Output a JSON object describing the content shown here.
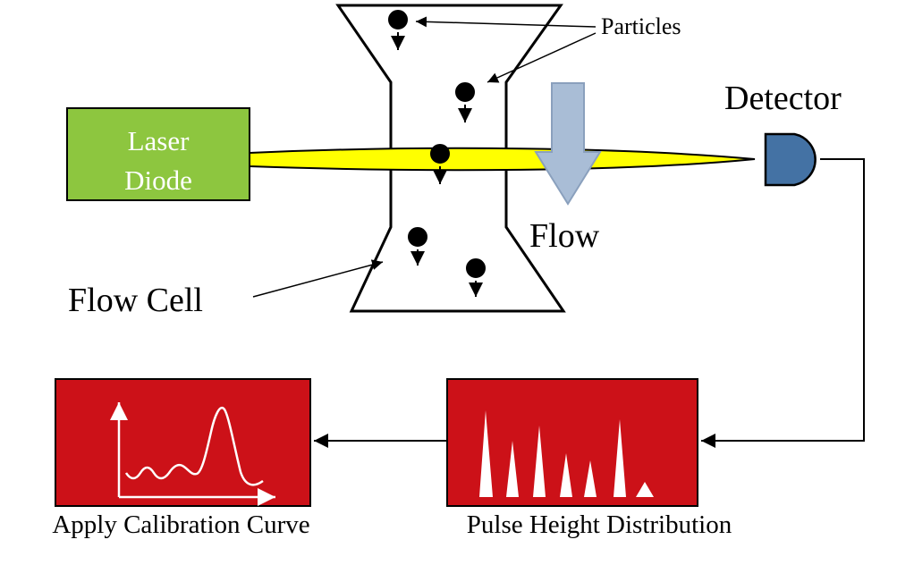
{
  "colors": {
    "laser_box_fill": "#8dc63f",
    "laser_beam_fill": "#ffff00",
    "flow_cell_fill": "#ffffff",
    "flow_arrow_fill": "#a9bdd6",
    "detector_fill": "#4472a4",
    "process_box_fill": "#cc1118",
    "outline": "#000000"
  },
  "labels": {
    "laser_diode": "Laser Diode",
    "particles": "Particles",
    "detector": "Detector",
    "flow": "Flow",
    "flow_cell": "Flow Cell",
    "apply_calibration_curve": "Apply Calibration Curve",
    "pulse_height_distribution": "Pulse Height Distribution"
  }
}
